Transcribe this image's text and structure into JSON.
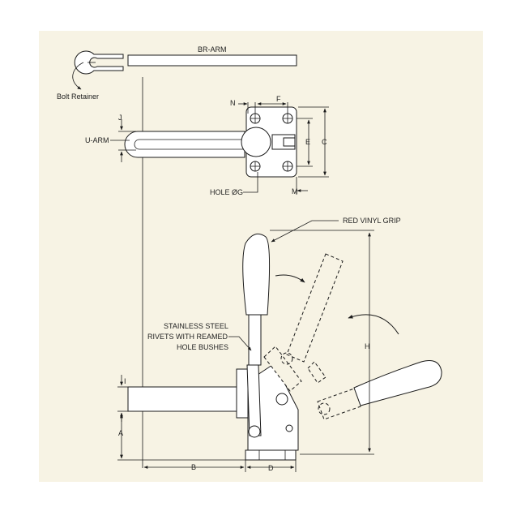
{
  "labels": {
    "br_arm": "BR-ARM",
    "bolt_retainer": "Bolt Retainer",
    "u_arm": "U-ARM",
    "j": "J",
    "n": "N",
    "f": "F",
    "e": "E",
    "c": "C",
    "m": "M",
    "hole": "HOLE ØG",
    "red_vinyl_grip": "RED VINYL GRIP",
    "rivets_line1": "STAINLESS STEEL",
    "rivets_line2": "RIVETS WITH REAMED",
    "rivets_line3": "HOLE BUSHES",
    "h": "H",
    "i": "I",
    "a": "A",
    "b": "B",
    "d": "D"
  }
}
